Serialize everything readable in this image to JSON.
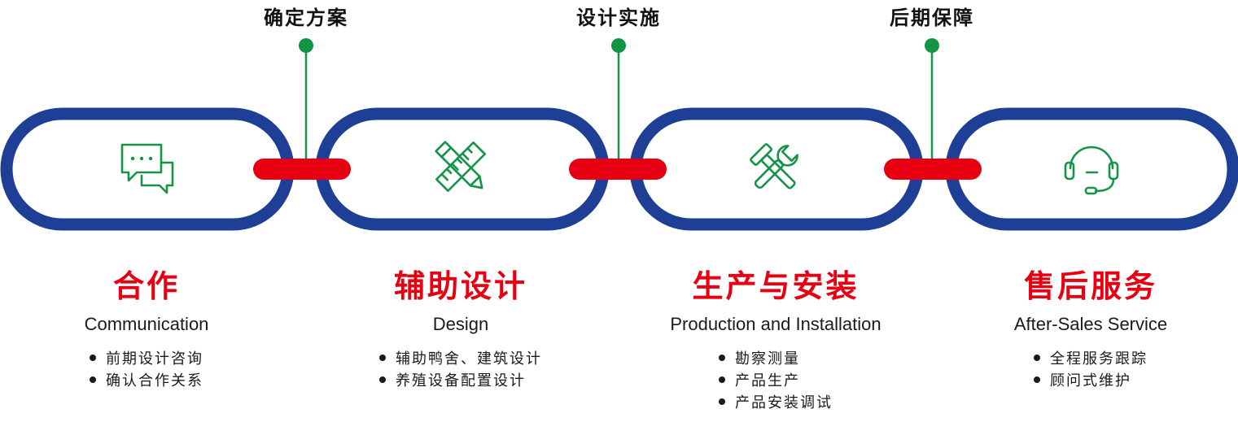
{
  "colors": {
    "link": "#1e3f96",
    "connector": "#e60012",
    "accent_green": "#149447",
    "title_red": "#e60012",
    "text": "#1a1a1a"
  },
  "milestones": [
    {
      "label": "确定方案"
    },
    {
      "label": "设计实施"
    },
    {
      "label": "后期保障"
    }
  ],
  "stages": [
    {
      "icon": "chat-bubbles-icon",
      "title": "合作",
      "subtitle": "Communication",
      "bullets": [
        "前期设计咨询",
        "确认合作关系"
      ]
    },
    {
      "icon": "ruler-pencil-icon",
      "title": "辅助设计",
      "subtitle": "Design",
      "bullets": [
        "辅助鸭舍、建筑设计",
        "养殖设备配置设计"
      ]
    },
    {
      "icon": "wrench-hammer-icon",
      "title": "生产与安装",
      "subtitle": "Production and Installation",
      "bullets": [
        "勘察测量",
        "产品生产",
        "产品安装调试"
      ]
    },
    {
      "icon": "headset-icon",
      "title": "售后服务",
      "subtitle": "After-Sales Service",
      "bullets": [
        "全程服务跟踪",
        "顾问式维护"
      ]
    }
  ]
}
